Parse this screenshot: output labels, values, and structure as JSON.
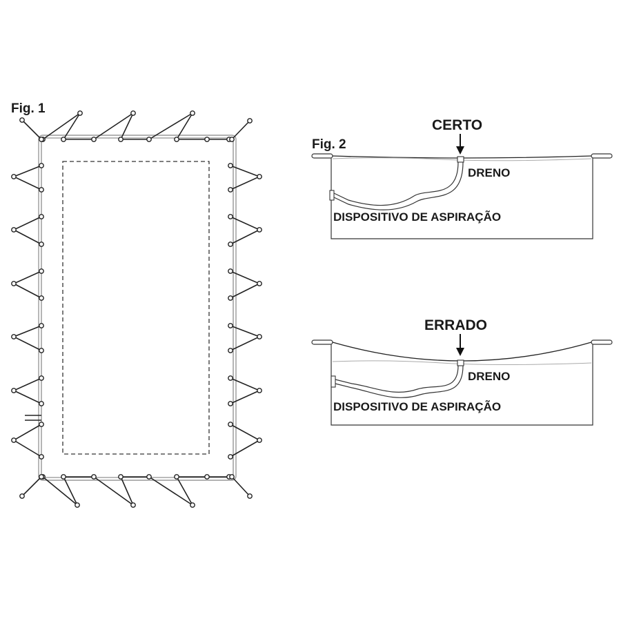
{
  "figure1": {
    "label": "Fig. 1"
  },
  "figure2": {
    "label": "Fig. 2",
    "correct": {
      "verdict": "CERTO",
      "drain_label": "DRENO",
      "suction_label": "DISPOSITIVO DE ASPIRAÇÃO"
    },
    "wrong": {
      "verdict": "ERRADO",
      "drain_label": "DRENO",
      "suction_label": "DISPOSITIVO DE ASPIRAÇÃO"
    }
  }
}
